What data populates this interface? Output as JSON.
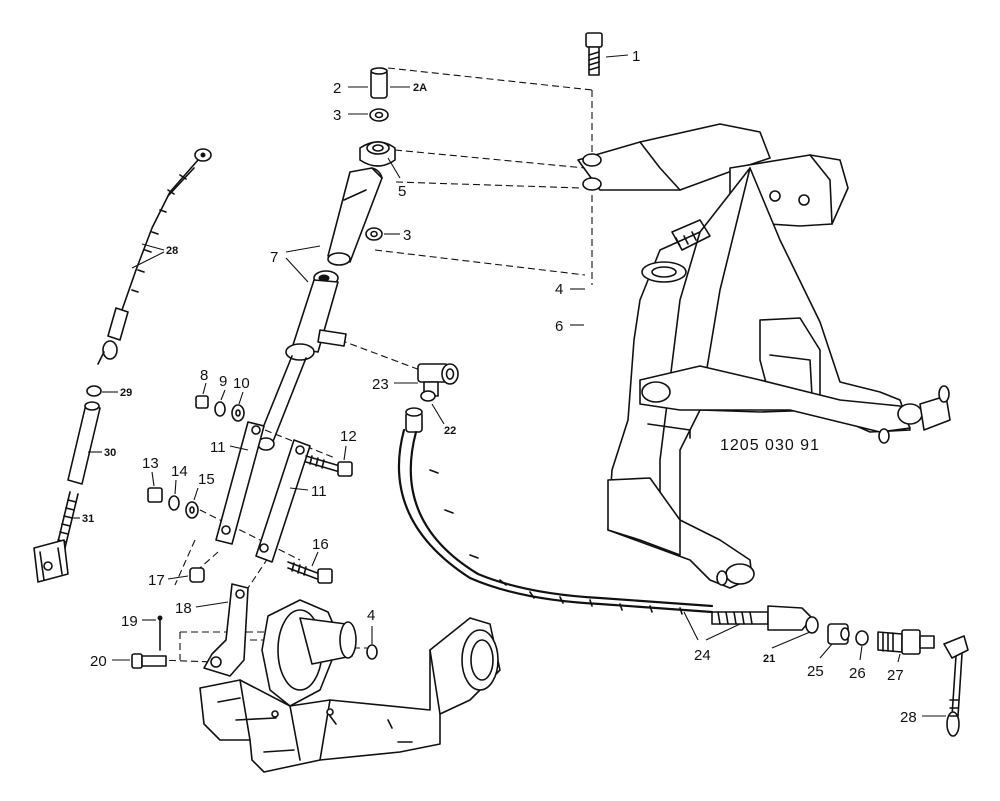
{
  "reference_code": "1205 030 91",
  "callouts": [
    {
      "id": "c1",
      "label": "1"
    },
    {
      "id": "c2",
      "label": "2"
    },
    {
      "id": "c2a",
      "label": "2A"
    },
    {
      "id": "c3a",
      "label": "3"
    },
    {
      "id": "c3b",
      "label": "3"
    },
    {
      "id": "c4a",
      "label": "4"
    },
    {
      "id": "c4b",
      "label": "4"
    },
    {
      "id": "c5",
      "label": "5"
    },
    {
      "id": "c6",
      "label": "6"
    },
    {
      "id": "c7",
      "label": "7"
    },
    {
      "id": "c8",
      "label": "8"
    },
    {
      "id": "c9",
      "label": "9"
    },
    {
      "id": "c10",
      "label": "10"
    },
    {
      "id": "c11a",
      "label": "11"
    },
    {
      "id": "c11b",
      "label": "11"
    },
    {
      "id": "c12",
      "label": "12"
    },
    {
      "id": "c13",
      "label": "13"
    },
    {
      "id": "c14",
      "label": "14"
    },
    {
      "id": "c15",
      "label": "15"
    },
    {
      "id": "c16",
      "label": "16"
    },
    {
      "id": "c17",
      "label": "17"
    },
    {
      "id": "c18",
      "label": "18"
    },
    {
      "id": "c19",
      "label": "19"
    },
    {
      "id": "c20",
      "label": "20"
    },
    {
      "id": "c21",
      "label": "21"
    },
    {
      "id": "c22",
      "label": "22"
    },
    {
      "id": "c23",
      "label": "23"
    },
    {
      "id": "c24",
      "label": "24"
    },
    {
      "id": "c25",
      "label": "25"
    },
    {
      "id": "c26",
      "label": "26"
    },
    {
      "id": "c27",
      "label": "27"
    },
    {
      "id": "c28a",
      "label": "28"
    },
    {
      "id": "c28b",
      "label": "28"
    },
    {
      "id": "c29",
      "label": "29"
    },
    {
      "id": "c30",
      "label": "30"
    },
    {
      "id": "c31",
      "label": "31"
    }
  ]
}
